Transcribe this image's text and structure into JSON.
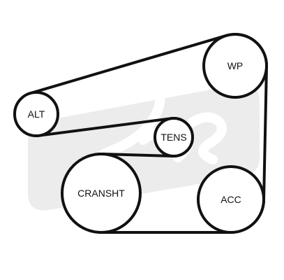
{
  "diagram": {
    "pulleys": [
      {
        "id": "wp",
        "label": "WP"
      },
      {
        "id": "alt",
        "label": "ALT"
      },
      {
        "id": "tens",
        "label": "TENS"
      },
      {
        "id": "cransht",
        "label": "CRANSHT"
      },
      {
        "id": "acc",
        "label": "ACC"
      }
    ],
    "colors": {
      "belt": "#111111",
      "pulley_fill": "#ffffff",
      "watermark": "#ececec"
    }
  }
}
